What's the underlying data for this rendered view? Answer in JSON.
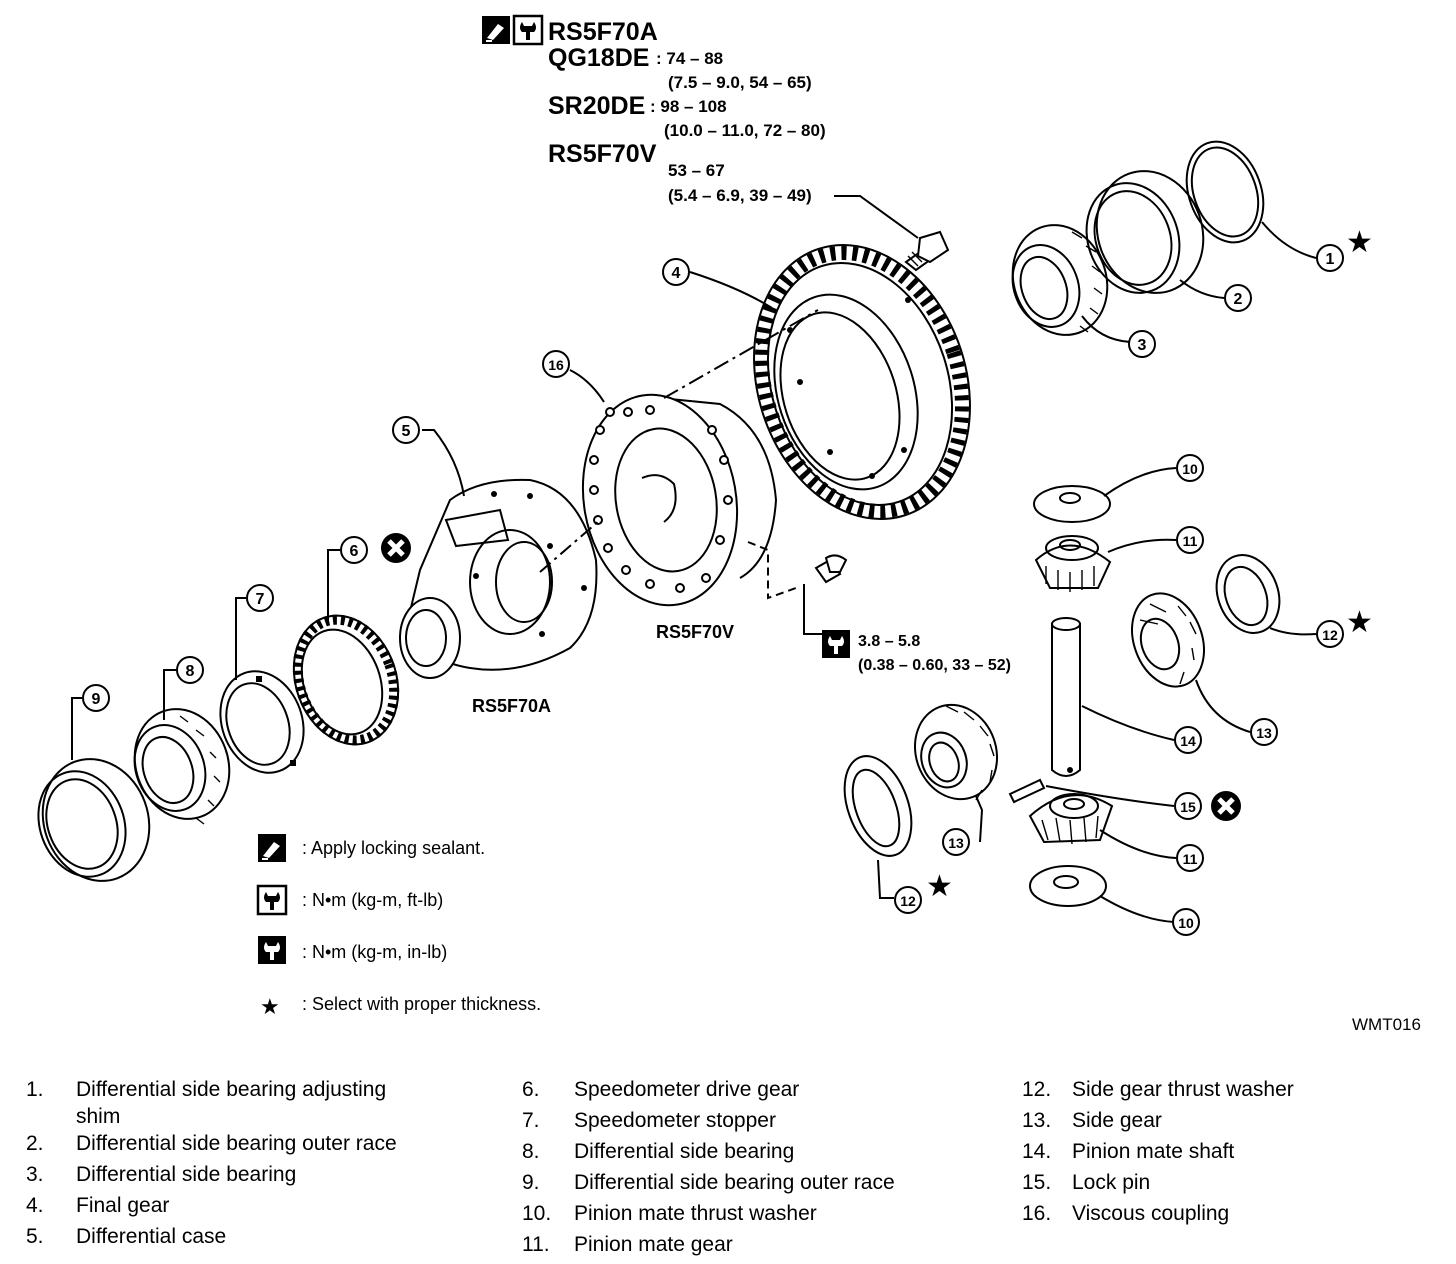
{
  "torque_spec": {
    "model_a": "RS5F70A",
    "engine_1": "QG18DE",
    "engine_1_value": ": 74 – 88",
    "engine_1_units": "(7.5 – 9.0, 54 – 65)",
    "engine_2": "SR20DE",
    "engine_2_value": ": 98 – 108",
    "engine_2_units": "(10.0 – 11.0, 72 – 80)",
    "model_v": "RS5F70V",
    "model_v_value": "53 – 67",
    "model_v_units": "(5.4 – 6.9, 39 – 49)"
  },
  "small_bolt_torque": {
    "value": "3.8 – 5.8",
    "units": "(0.38 – 0.60, 33 – 52)"
  },
  "labels": {
    "case_label": "RS5F70A",
    "coupling_label": "RS5F70V",
    "figure_id": "WMT016"
  },
  "callouts": {
    "c1": "1",
    "c2": "2",
    "c3": "3",
    "c4": "4",
    "c5": "5",
    "c6": "6",
    "c7": "7",
    "c8": "8",
    "c9": "9",
    "c10a": "10",
    "c10b": "10",
    "c11a": "11",
    "c11b": "11",
    "c12a": "12",
    "c12b": "12",
    "c13a": "13",
    "c13b": "13",
    "c14": "14",
    "c15": "15",
    "c16": "16"
  },
  "symbols": {
    "star": "★",
    "star_icon": "star-icon",
    "no_reuse_icon": "x-circle-icon",
    "sealant_icon": "sealant-icon",
    "torque_ftlb_icon": "torque-wrench-icon",
    "torque_inlb_icon": "torque-wrench-filled-icon"
  },
  "key": {
    "sealant": ": Apply locking sealant.",
    "torque_ftlb": ": N•m (kg-m, ft-lb)",
    "torque_inlb": ": N•m (kg-m, in-lb)",
    "select": ": Select with proper thickness."
  },
  "parts": {
    "col1": [
      {
        "num": "1.",
        "name": "Differential side bearing adjusting",
        "name2": "shim"
      },
      {
        "num": "2.",
        "name": "Differential side bearing outer race"
      },
      {
        "num": "3.",
        "name": "Differential side bearing"
      },
      {
        "num": "4.",
        "name": "Final gear"
      },
      {
        "num": "5.",
        "name": "Differential case"
      }
    ],
    "col2": [
      {
        "num": "6.",
        "name": "Speedometer drive gear"
      },
      {
        "num": "7.",
        "name": "Speedometer stopper"
      },
      {
        "num": "8.",
        "name": "Differential side bearing"
      },
      {
        "num": "9.",
        "name": "Differential side bearing outer race"
      },
      {
        "num": "10.",
        "name": "Pinion mate thrust washer"
      },
      {
        "num": "11.",
        "name": "Pinion mate gear"
      }
    ],
    "col3": [
      {
        "num": "12.",
        "name": "Side gear thrust washer"
      },
      {
        "num": "13.",
        "name": "Side gear"
      },
      {
        "num": "14.",
        "name": "Pinion mate shaft"
      },
      {
        "num": "15.",
        "name": "Lock pin"
      },
      {
        "num": "16.",
        "name": "Viscous coupling"
      }
    ]
  }
}
